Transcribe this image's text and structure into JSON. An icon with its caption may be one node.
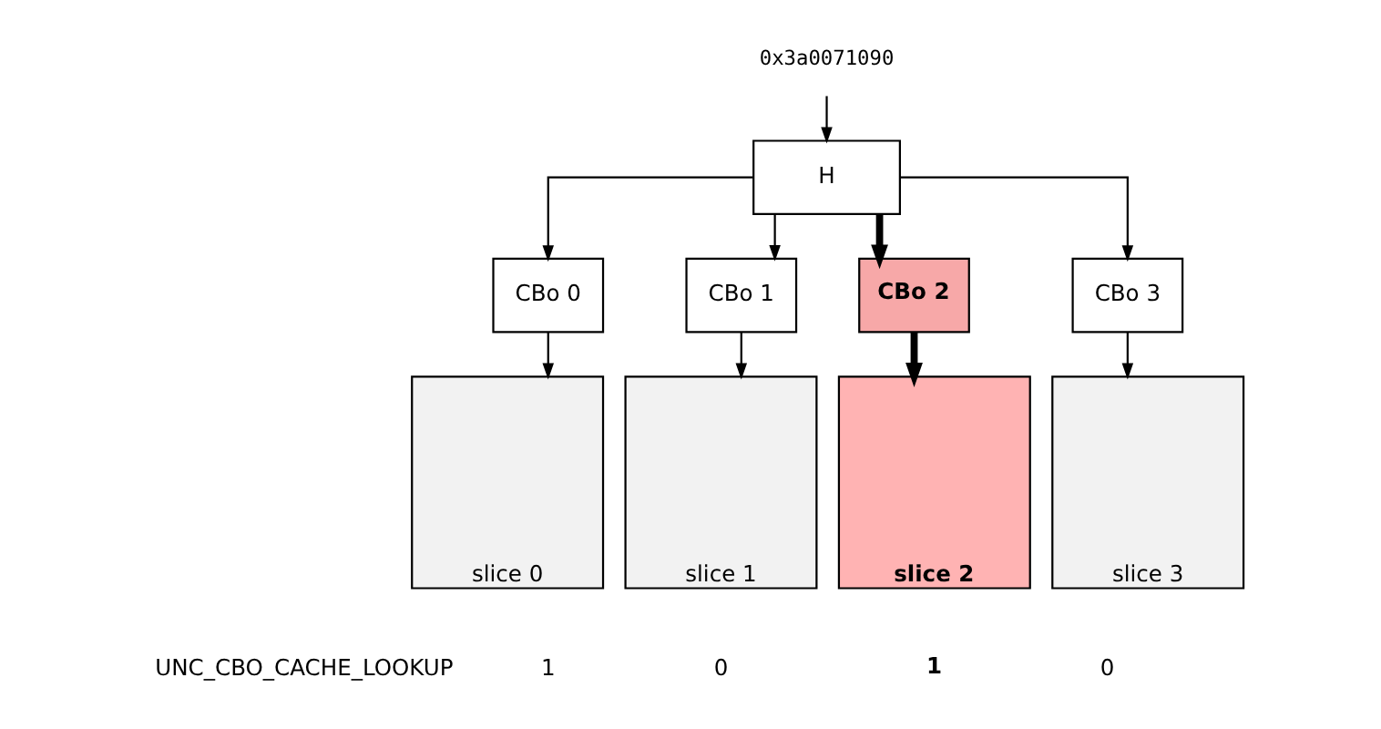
{
  "diagram": {
    "nodes": [
      {
        "text": [
          "0x3a0071090"
        ]
      },
      {
        "text": [
          "H"
        ]
      },
      {
        "text": [
          "CBo 0"
        ]
      },
      {
        "text": [
          "CBo 1"
        ]
      },
      {
        "text": [
          "CBo 2"
        ]
      },
      {
        "text": [
          "CBo 3"
        ]
      },
      {
        "text": [
          "slice 0"
        ]
      },
      {
        "text": [
          "slice 1"
        ]
      },
      {
        "text": [
          "slice 2"
        ]
      },
      {
        "text": [
          "slice 3"
        ]
      }
    ],
    "edges": [
      {
        "from": 0,
        "to": 1,
        "arrow": "to"
      },
      {
        "from": 1,
        "to": 2,
        "arrow": "to"
      },
      {
        "from": 1,
        "to": 3,
        "arrow": "to"
      },
      {
        "from": 1,
        "to": 4,
        "arrow": "to",
        "style": "thick"
      },
      {
        "from": 1,
        "to": 5,
        "arrow": "to"
      },
      {
        "from": 2,
        "to": 6,
        "arrow": "to"
      },
      {
        "from": 3,
        "to": 7,
        "arrow": "to"
      },
      {
        "from": 4,
        "to": 8,
        "arrow": "to",
        "style": "thick"
      },
      {
        "from": 5,
        "to": 9,
        "arrow": "to"
      }
    ],
    "labels": [
      "UNC_CBO_CACHE_LOOKUP",
      "1",
      "0",
      "1",
      "0"
    ]
  }
}
